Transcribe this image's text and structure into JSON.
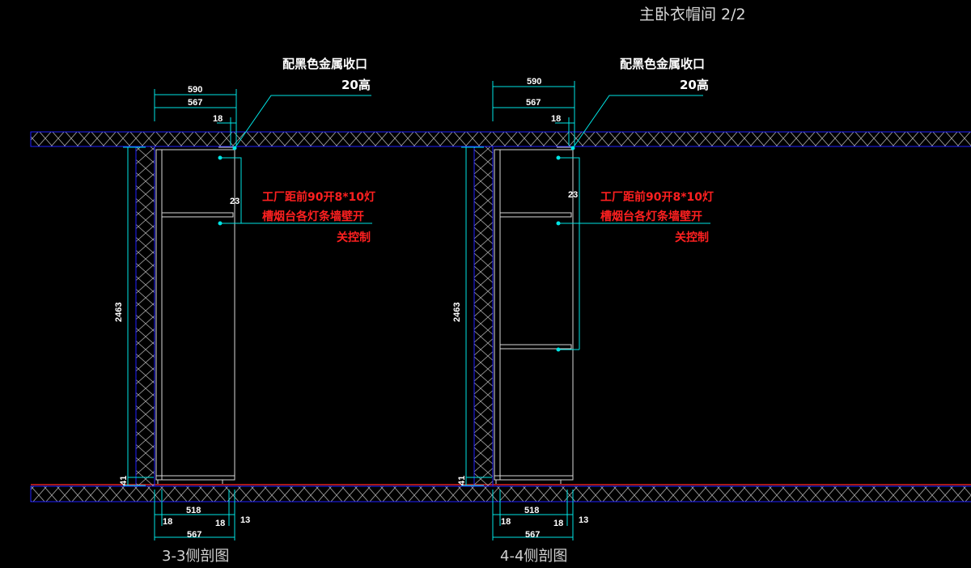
{
  "drawing_title": "主卧衣帽间 2/2",
  "colors": {
    "background": "#000000",
    "dimension_line": "#00e5e5",
    "wall_outline": "#2020ff",
    "floor_line": "#e02020",
    "hatch": "#b0b0b0",
    "annotation_red": "#ff2020",
    "annotation_white": "#ffffff"
  },
  "sections": [
    {
      "title": "3-3侧剖图",
      "trim_note_line1": "配黑色金属收口",
      "trim_note_line2": "20高",
      "light_note_line1": "工厂距前90开8*10灯",
      "light_note_line2": "槽烟台各灯条墙壁开",
      "light_note_line3": "关控制",
      "dim_top_outer": "590",
      "dim_top_inner": "567",
      "dim_top_gap": "18",
      "dim_rail": "23",
      "dim_height": "2463",
      "dim_base": "41",
      "dim_bottom_inner": "518",
      "dim_bottom_left": "18",
      "dim_bottom_right": "18",
      "dim_bottom_edge": "13",
      "dim_bottom_total": "567"
    },
    {
      "title": "4-4侧剖图",
      "trim_note_line1": "配黑色金属收口",
      "trim_note_line2": "20高",
      "light_note_line1": "工厂距前90开8*10灯",
      "light_note_line2": "槽烟台各灯条墙壁开",
      "light_note_line3": "关控制",
      "dim_top_outer": "590",
      "dim_top_inner": "567",
      "dim_top_gap": "18",
      "dim_rail": "23",
      "dim_height": "2463",
      "dim_base": "41",
      "dim_bottom_inner": "518",
      "dim_bottom_left": "18",
      "dim_bottom_right": "18",
      "dim_bottom_edge": "13",
      "dim_bottom_total": "567"
    }
  ]
}
